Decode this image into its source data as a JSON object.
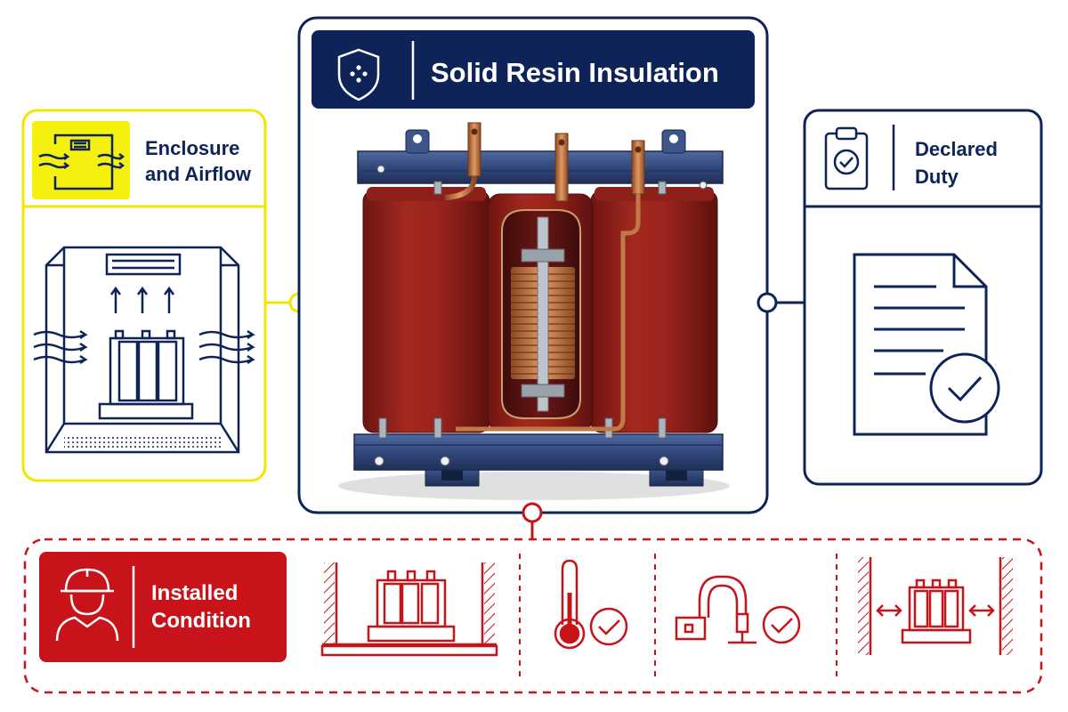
{
  "center_panel": {
    "title": "Solid Resin Insulation",
    "icon": "shield-dots-icon",
    "colors": {
      "header_bg": "#0e2357",
      "border": "#0e2357",
      "header_text": "#ffffff"
    }
  },
  "left_panel": {
    "title_line1": "Enclosure",
    "title_line2": "and Airflow",
    "icon": "enclosure-airflow-icon",
    "colors": {
      "accent": "#f5f00f",
      "border": "#f2e600",
      "text": "#0e2357"
    }
  },
  "right_panel": {
    "title_line1": "Declared",
    "title_line2": "Duty",
    "icon": "clipboard-check-icon",
    "colors": {
      "border": "#0e2357",
      "text": "#0e2357"
    }
  },
  "bottom_panel": {
    "title_line1": "Installed",
    "title_line2": "Condition",
    "icon": "worker-helmet-icon",
    "colors": {
      "accent": "#c8131b",
      "text": "#ffffff"
    },
    "illustrations": [
      "transformer-in-enclosure-icon",
      "thermometer-check-icon",
      "cable-connection-check-icon",
      "clearance-distance-icon"
    ]
  }
}
